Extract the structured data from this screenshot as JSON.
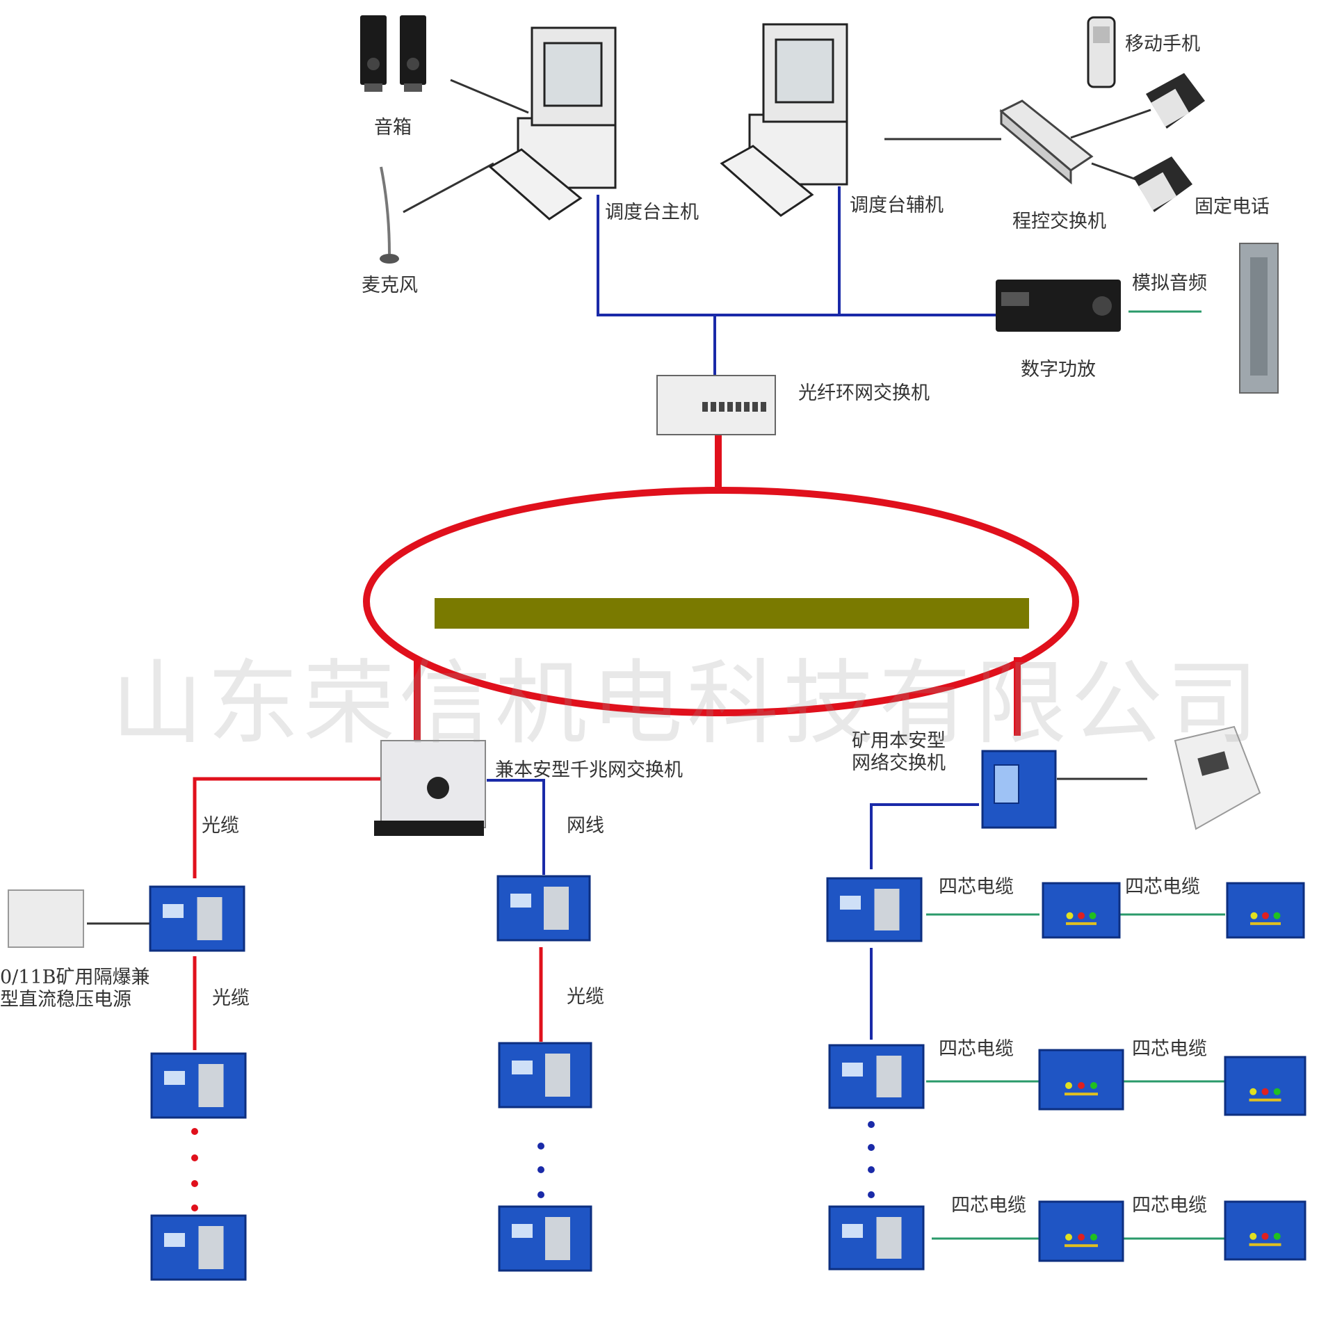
{
  "colors": {
    "fiber": "#e0101c",
    "network": "#1a2aa8",
    "four_core": "#2a9a6a",
    "backbone_bar": "#7a7a00",
    "device_blue": "#1f55c4",
    "line_dark": "#333333"
  },
  "icons": {
    "speaker": "speaker-icon",
    "microphone": "microphone-icon",
    "main_console": "desktop-computer-icon",
    "aux_console": "desktop-computer-icon",
    "mobile_phone": "mobile-phone-icon",
    "fixed_phone": "desk-telephone-icon",
    "pbx": "pbx-switch-icon",
    "amplifier": "amplifier-icon",
    "loudspeaker_column": "column-speaker-icon",
    "ring_switch": "fiber-ring-switch-icon",
    "gigabit_switch": "intrinsically-safe-switch-icon",
    "network_switch": "mine-network-switch-icon",
    "power_supply": "power-supply-icon",
    "phone_box": "explosion-proof-phone-icon",
    "substation": "blue-substation-icon"
  },
  "labels": {
    "speaker": "音箱",
    "microphone": "麦克风",
    "main_console": "调度台主机",
    "aux_console": "调度台辅机",
    "mobile_phone": "移动手机",
    "fixed_phone": "固定电话",
    "pbx": "程控交换机",
    "analog_audio": "模拟音频",
    "amplifier": "数字功放",
    "ring_switch": "光纤环网交换机",
    "gigabit_switch": "兼本安型千兆网交换机",
    "network_switch": "矿用本安型\n网络交换机",
    "power_supply": "0/11B矿用隔爆兼\n型直流稳压电源",
    "cable_fiber_1": "光缆",
    "cable_fiber_2": "光缆",
    "cable_fiber_3": "光缆",
    "cable_net": "网线",
    "four_core_1": "四芯电缆",
    "four_core_2": "四芯电缆",
    "four_core_3": "四芯电缆",
    "four_core_4": "四芯电缆",
    "four_core_5": "四芯电缆",
    "four_core_6": "四芯电缆"
  },
  "watermark": "山东荣信机电科技有限公司"
}
